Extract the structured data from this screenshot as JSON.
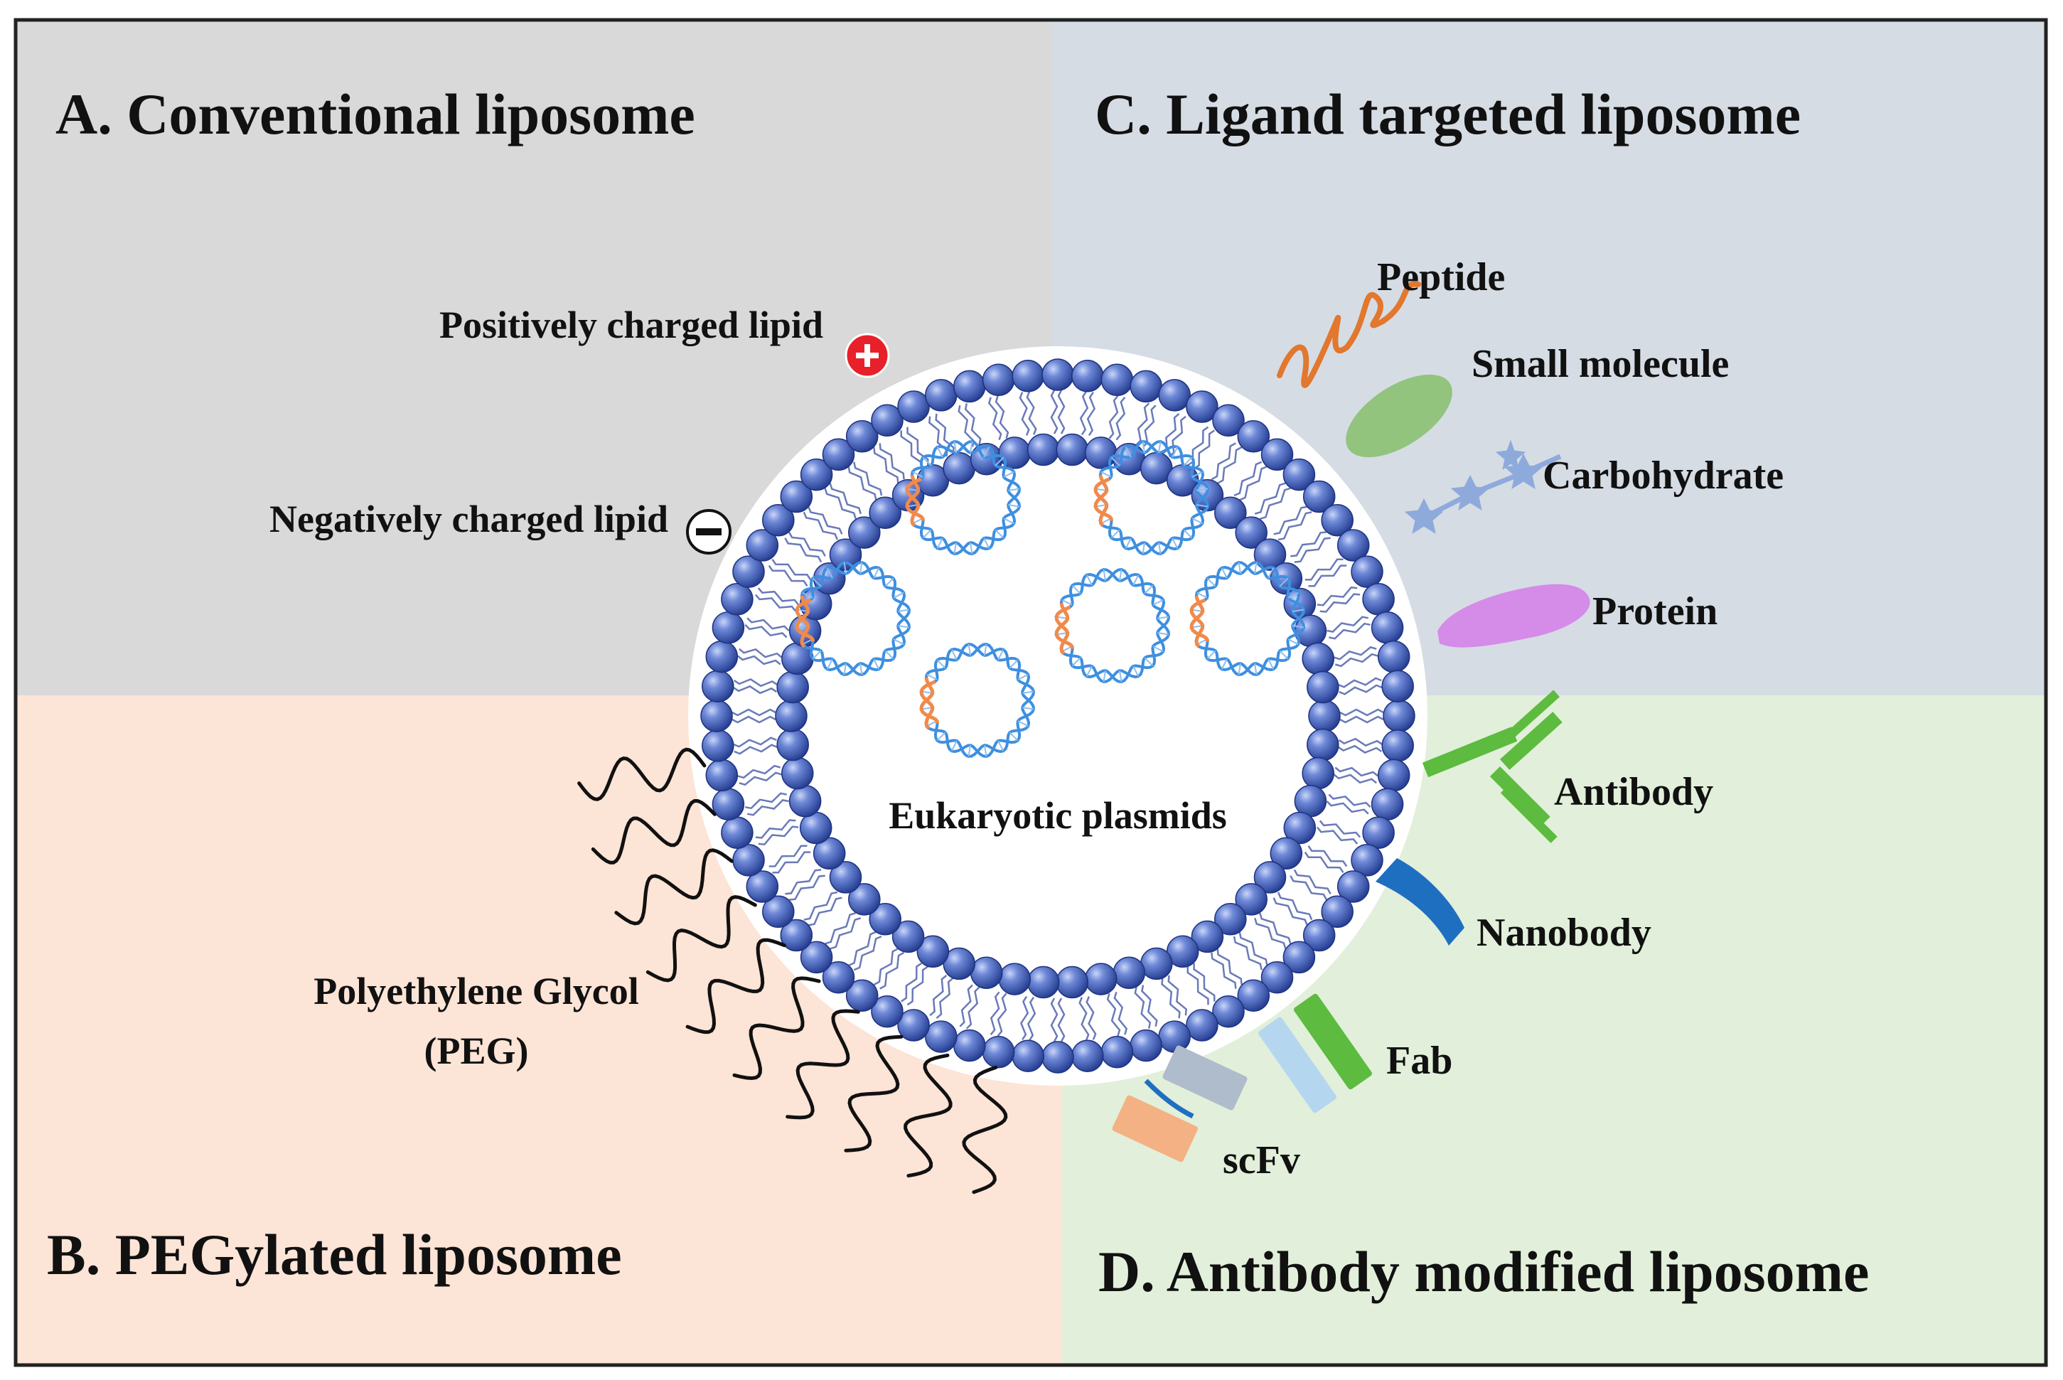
{
  "quadrants": {
    "a": {
      "title": "A. Conventional liposome",
      "color": "#d9d9d9"
    },
    "b": {
      "title": "B. PEGylated liposome",
      "color": "#fce4d6"
    },
    "c": {
      "title": "C. Ligand targeted liposome",
      "color": "#d6dce4"
    },
    "d": {
      "title": "D. Antibody modified liposome",
      "color": "#e2efda"
    }
  },
  "labels": {
    "positive_lipid": "Positively charged lipid",
    "negative_lipid": "Negatively charged lipid",
    "peg_line1": "Polyethylene Glycol",
    "peg_line2": "(PEG)",
    "center": "Eukaryotic plasmids"
  },
  "ligands": [
    {
      "label": "Peptide",
      "icon": "peptide-coil-icon",
      "color": "#e2772e"
    },
    {
      "label": "Small molecule",
      "icon": "small-molecule-ellipse-icon",
      "color": "#92c47d"
    },
    {
      "label": "Carbohydrate",
      "icon": "carbohydrate-chain-icon",
      "color": "#8eaadb"
    },
    {
      "label": "Protein",
      "icon": "protein-blob-icon",
      "color": "#d58be8"
    }
  ],
  "antibodies": [
    {
      "label": "Antibody",
      "icon": "antibody-y-icon",
      "color": "#5dbb3f"
    },
    {
      "label": "Nanobody",
      "icon": "nanobody-icon",
      "color": "#1f6fc1"
    },
    {
      "label": "Fab",
      "icon": "fab-fragment-icon",
      "color": "#5dbb3f"
    },
    {
      "label": "scFv",
      "icon": "scfv-fragment-icon",
      "color": "#f4b183"
    }
  ],
  "colors": {
    "lipid_head": "#3a56ad",
    "lipid_tail": "#6a7ab8",
    "dna_blue": "#3e8fe0",
    "dna_orange": "#f08a4b",
    "positive_charge": "#e8202a",
    "peg_chain": "#111111",
    "border": "#222222"
  }
}
